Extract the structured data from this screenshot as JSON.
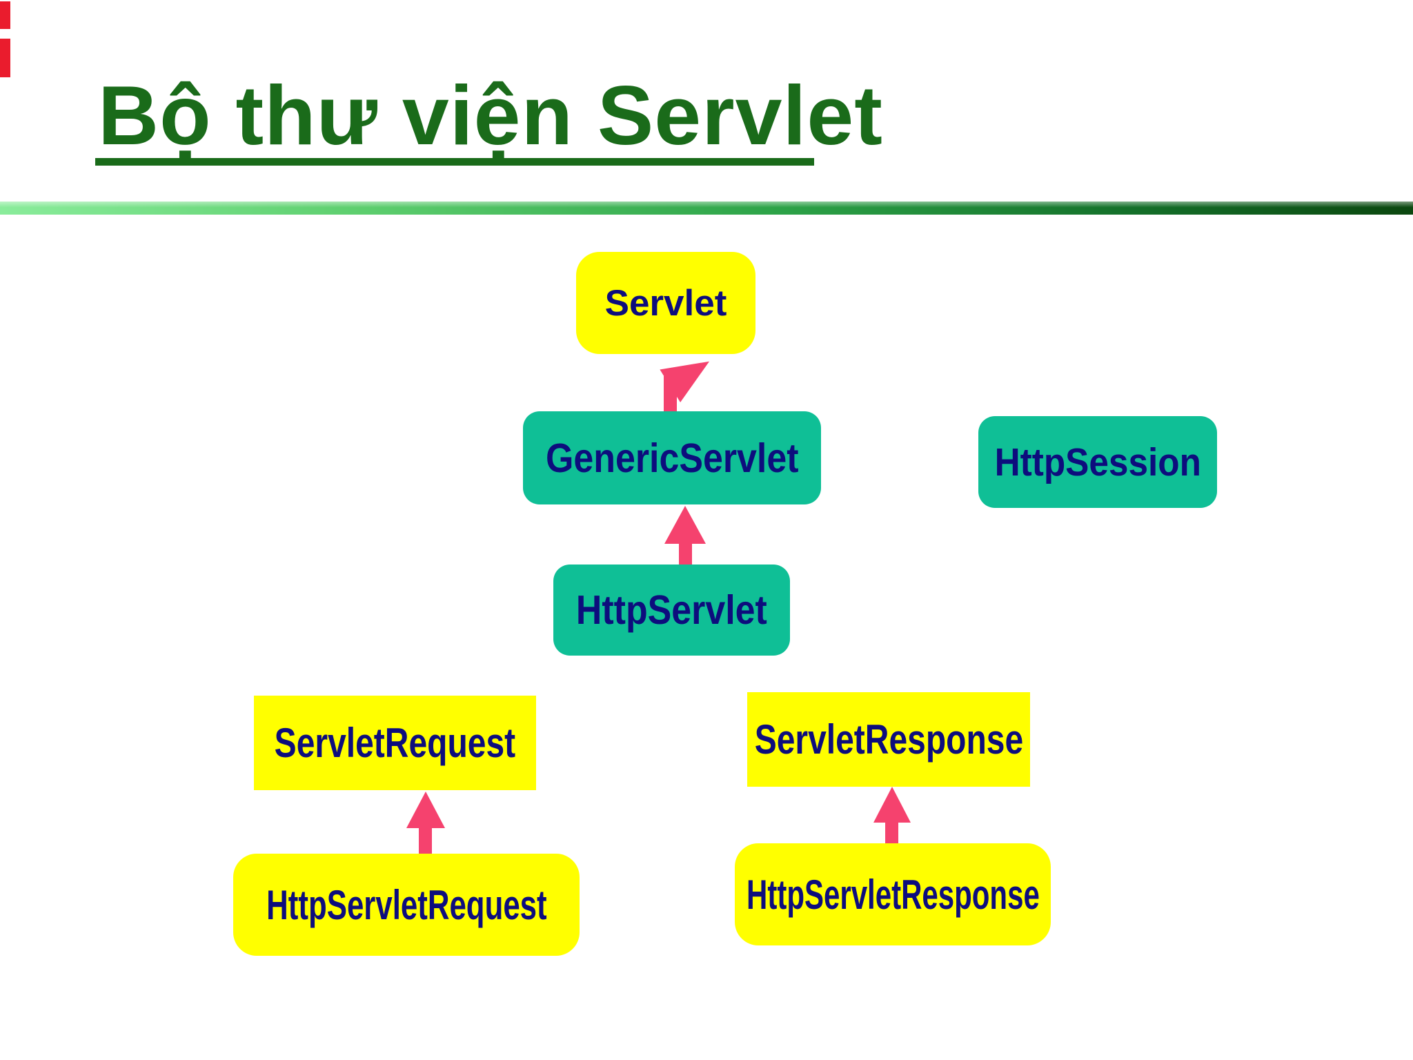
{
  "slide": {
    "title": "Bộ thư viện Servlet"
  },
  "colors": {
    "background": "#ffffff",
    "title_green": "#1a6b1a",
    "divider_gradient_left": "#8aec9b",
    "divider_gradient_right": "#0b470f",
    "interface_box_fill": "#ffff00",
    "class_box_fill": "#0fbf96",
    "label_navy": "#0d0d7d",
    "arrow_pink": "#f5426e",
    "corner_accent_red": "#ea1c2d"
  },
  "diagram": {
    "nodes": {
      "servlet": {
        "label": "Servlet"
      },
      "generic_servlet": {
        "label": "GenericServlet"
      },
      "http_session": {
        "label": "HttpSession"
      },
      "http_servlet": {
        "label": "HttpServlet"
      },
      "servlet_request": {
        "label": "ServletRequest"
      },
      "http_servlet_request": {
        "label": "HttpServletRequest"
      },
      "servlet_response": {
        "label": "ServletResponse"
      },
      "http_servlet_response": {
        "label": "HttpServletResponse"
      }
    },
    "edges": [
      {
        "from": "GenericServlet",
        "to": "Servlet",
        "type": "inheritance-arrow"
      },
      {
        "from": "HttpServlet",
        "to": "GenericServlet",
        "type": "inheritance-arrow"
      },
      {
        "from": "HttpServletRequest",
        "to": "ServletRequest",
        "type": "inheritance-arrow"
      },
      {
        "from": "HttpServletResponse",
        "to": "ServletResponse",
        "type": "inheritance-arrow"
      }
    ]
  }
}
